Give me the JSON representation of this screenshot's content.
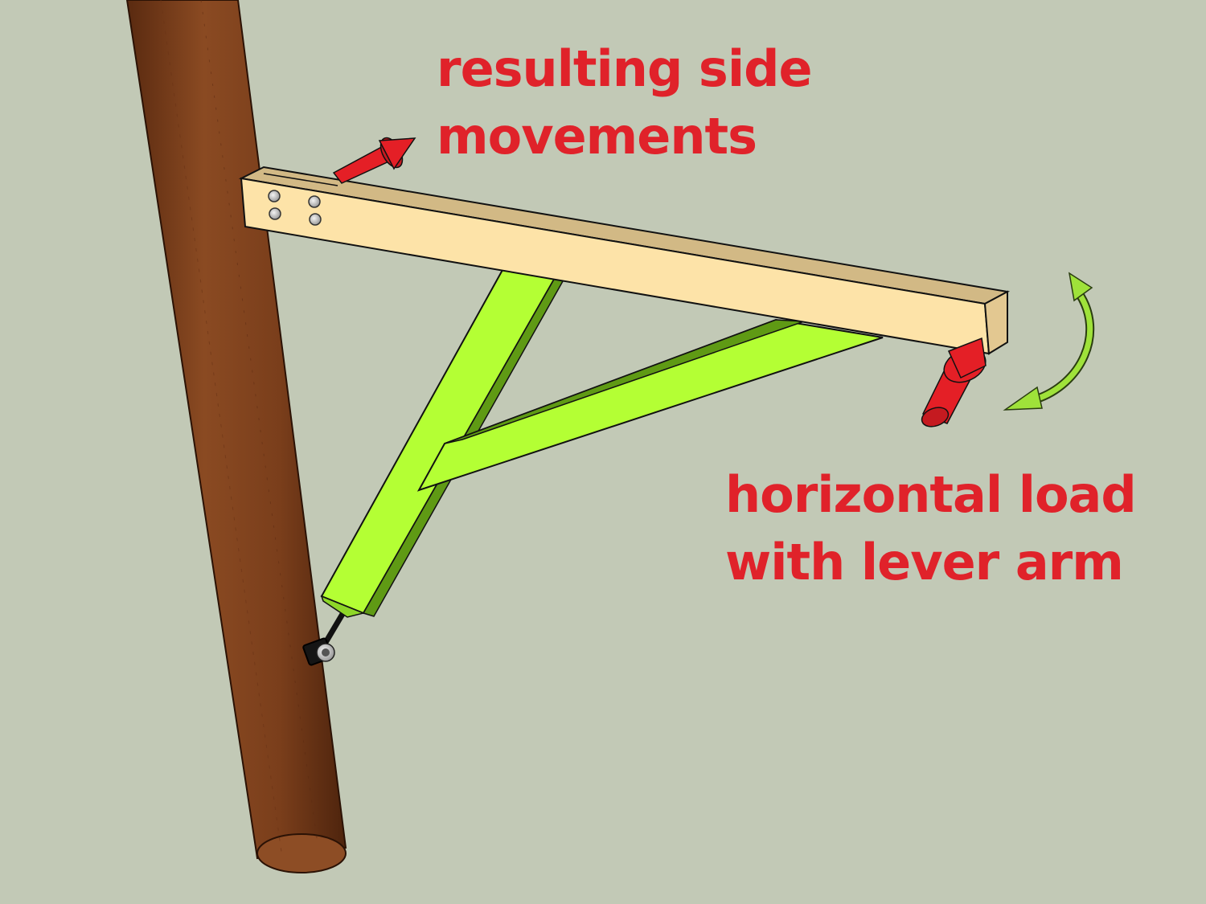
{
  "annotations": {
    "side_movement": {
      "line1": "resulting side",
      "line2": "movements"
    },
    "load": {
      "line1": "horizontal load",
      "line2": "with lever arm"
    }
  },
  "colors": {
    "background": "#c2c9b6",
    "annotation_text": "#e0222a",
    "pole_wood": "#7a3e1d",
    "crossbeam_wood": "#fde3a8",
    "brace": "#b4ff34",
    "force_arrow": "#e41f26",
    "rotation_arrow": "#9fe23a"
  }
}
